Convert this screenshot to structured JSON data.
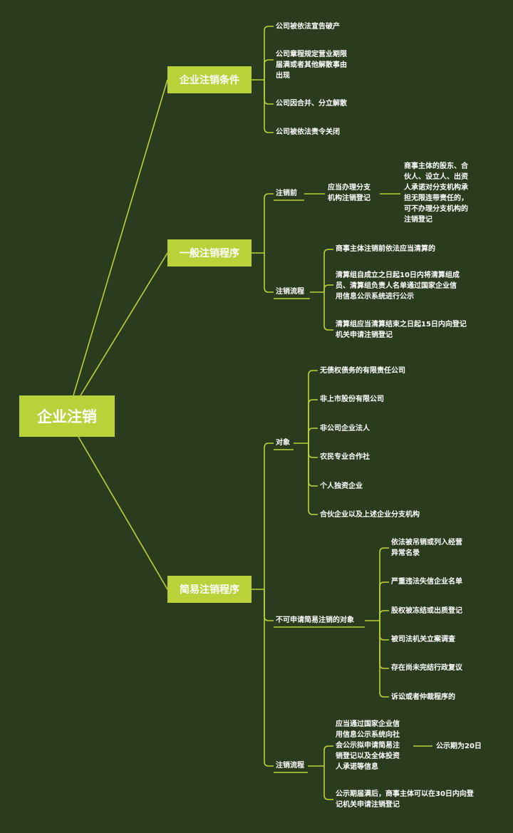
{
  "root": "企业注销",
  "branches": [
    {
      "label": "企业注销条件",
      "children": [
        "公司被依法宣告破产",
        [
          "公司章程规定营业期限",
          "届满或者其他解散事由",
          "出现"
        ],
        "公司因合并、分立解散",
        "公司被依法责令关闭"
      ]
    },
    {
      "label": "一般注销程序",
      "children": [
        {
          "label": "注销前",
          "child": [
            "应当办理分支",
            "机构注销登记"
          ],
          "leaf": [
            "商事主体的股东、合",
            "伙人、设立人、出资",
            "人承诺对分支机构承",
            "担无限连带责任的，",
            "可不办理分支机构的",
            "注销登记"
          ]
        },
        {
          "label": "注销流程",
          "children": [
            "商事主体注销前依法应当清算的",
            [
              "清算组自成立之日起10日内将清算组成",
              "员、清算组负责人名单通过国家企业信",
              "用信息公示系统进行公示"
            ],
            [
              "清算组应当清算结束之日起15日内向登记",
              "机关申请注销登记"
            ]
          ]
        }
      ]
    },
    {
      "label": "简易注销程序",
      "children": [
        {
          "label": "对象",
          "children": [
            "无债权债务的有限责任公司",
            "非上市股份有限公司",
            "非公司企业法人",
            "农民专业合作社",
            "个人独资企业",
            "合伙企业以及上述企业分支机构"
          ]
        },
        {
          "label": "不可申请简易注销的对象",
          "children": [
            [
              "依法被吊销或列入经营",
              "异常名录"
            ],
            "严重违法失信企业名单",
            "股权被冻结或出质登记",
            "被司法机关立案调查",
            "存在尚未完结行政复议",
            "诉讼或者仲裁程序的"
          ]
        },
        {
          "label": "注销流程",
          "children": [
            {
              "text": [
                "应当通过国家企业信",
                "用信息公示系统向社",
                "会公示拟申请简易注",
                "销登记以及全体投资",
                "人承诺等信息"
              ],
              "leaf": "公示期为20日"
            },
            [
              "公示期届满后，商事主体可以在30日内向登",
              "记机关申请注销登记"
            ]
          ]
        }
      ]
    }
  ],
  "colors": {
    "background": "#2b3b1e",
    "accent": "#b9d23a",
    "text": "#ffffff"
  }
}
